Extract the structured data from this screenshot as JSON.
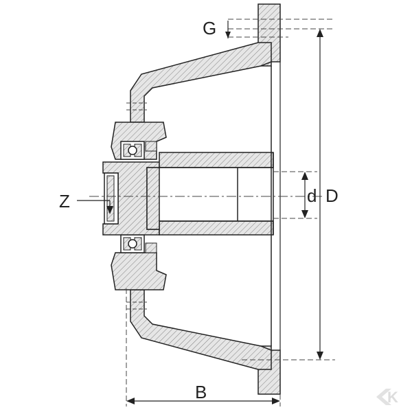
{
  "labels": {
    "G": "G",
    "Z": "Z",
    "d": "d",
    "D": "D",
    "B": "B"
  },
  "logo": {
    "text": "K"
  },
  "colors": {
    "line": "#222222",
    "hatch_fill": "#e6e6e6",
    "dash": "#444444",
    "logo": "#dddddd",
    "background": "#ffffff"
  }
}
